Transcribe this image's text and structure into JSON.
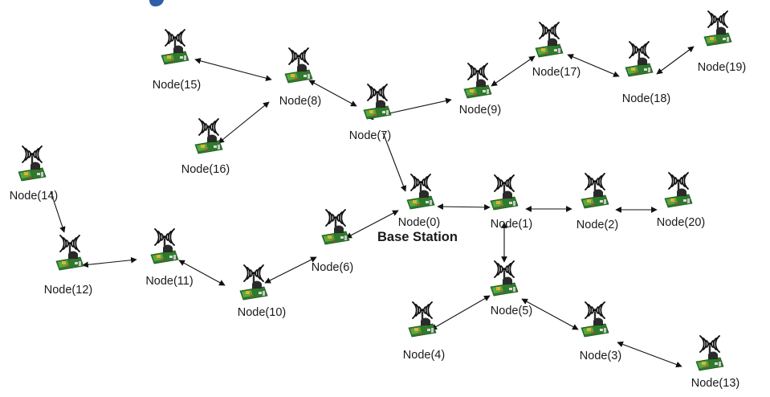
{
  "colors": {
    "board": "#2f7a2c",
    "board_light": "#5aa844",
    "component_dark": "#2a2a2a",
    "chip_yellow": "#e0b52a",
    "signal": "#111111",
    "edge": "#111111",
    "accent": "#2e5fa8"
  },
  "base_station_label": "Base Station",
  "nodes": [
    {
      "id": "n0",
      "label": "Node(0)"
    },
    {
      "id": "n1",
      "label": "Node(1)"
    },
    {
      "id": "n2",
      "label": "Node(2)"
    },
    {
      "id": "n3",
      "label": "Node(3)"
    },
    {
      "id": "n4",
      "label": "Node(4)"
    },
    {
      "id": "n5",
      "label": "Node(5)"
    },
    {
      "id": "n6",
      "label": "Node(6)"
    },
    {
      "id": "n7",
      "label": "Node(7)"
    },
    {
      "id": "n8",
      "label": "Node(8)"
    },
    {
      "id": "n9",
      "label": "Node(9)"
    },
    {
      "id": "n10",
      "label": "Node(10)"
    },
    {
      "id": "n11",
      "label": "Node(11)"
    },
    {
      "id": "n12",
      "label": "Node(12)"
    },
    {
      "id": "n13",
      "label": "Node(13)"
    },
    {
      "id": "n14",
      "label": "Node(14)"
    },
    {
      "id": "n15",
      "label": "Node(15)"
    },
    {
      "id": "n16",
      "label": "Node(16)"
    },
    {
      "id": "n17",
      "label": "Node(17)"
    },
    {
      "id": "n18",
      "label": "Node(18)"
    },
    {
      "id": "n19",
      "label": "Node(19)"
    },
    {
      "id": "n20",
      "label": "Node(20)"
    }
  ],
  "edges": [
    {
      "from": "n15",
      "to": "n8",
      "arrows": "both"
    },
    {
      "from": "n8",
      "to": "n16",
      "arrows": "both"
    },
    {
      "from": "n8",
      "to": "n7",
      "arrows": "both"
    },
    {
      "from": "n7",
      "to": "n9",
      "arrows": "both"
    },
    {
      "from": "n9",
      "to": "n17",
      "arrows": "both"
    },
    {
      "from": "n17",
      "to": "n18",
      "arrows": "both"
    },
    {
      "from": "n18",
      "to": "n19",
      "arrows": "both"
    },
    {
      "from": "n7",
      "to": "n0",
      "arrows": "end"
    },
    {
      "from": "n0",
      "to": "n1",
      "arrows": "both"
    },
    {
      "from": "n1",
      "to": "n2",
      "arrows": "both"
    },
    {
      "from": "n2",
      "to": "n20",
      "arrows": "both"
    },
    {
      "from": "n1",
      "to": "n5",
      "arrows": "both"
    },
    {
      "from": "n5",
      "to": "n4",
      "arrows": "both"
    },
    {
      "from": "n5",
      "to": "n3",
      "arrows": "both"
    },
    {
      "from": "n3",
      "to": "n13",
      "arrows": "both"
    },
    {
      "from": "n0",
      "to": "n6",
      "arrows": "both"
    },
    {
      "from": "n6",
      "to": "n10",
      "arrows": "both"
    },
    {
      "from": "n10",
      "to": "n11",
      "arrows": "both"
    },
    {
      "from": "n11",
      "to": "n12",
      "arrows": "both"
    },
    {
      "from": "n14",
      "to": "n12",
      "arrows": "end"
    }
  ]
}
